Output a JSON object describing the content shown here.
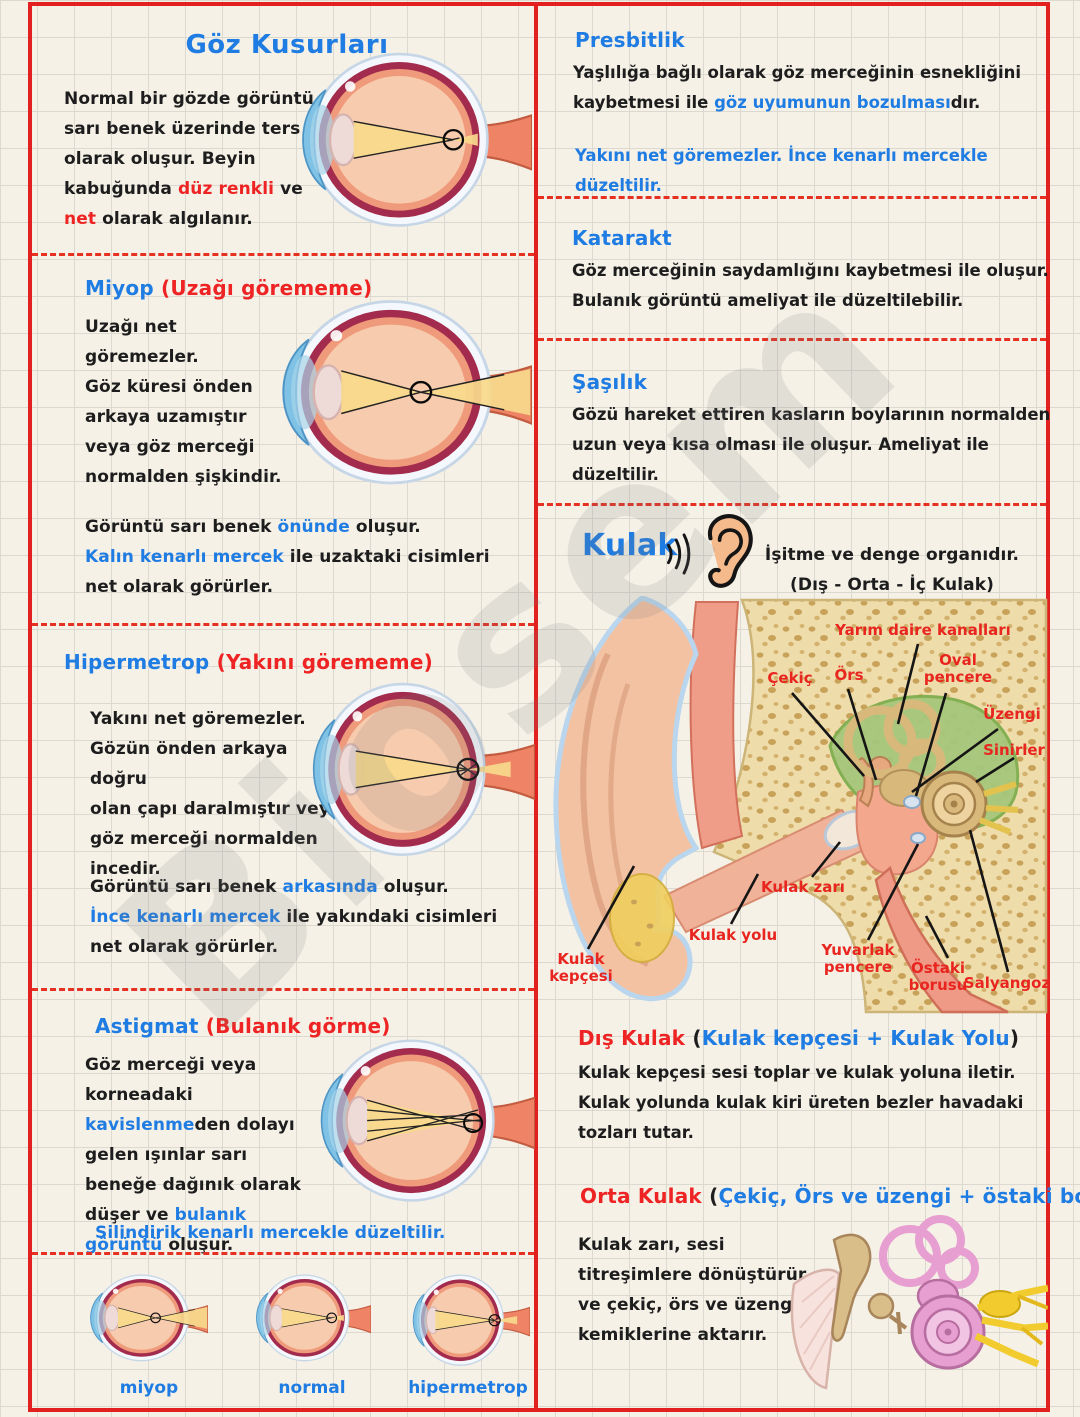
{
  "watermark": "Biosem",
  "left": {
    "title": "Göz Kusurları",
    "intro": {
      "segments": [
        "Normal bir gözde görüntü sarı benek üzerinde ters olarak oluşur. Beyin kabuğunda ",
        "düz renkli",
        " ve ",
        "net",
        " olarak algılanır."
      ]
    },
    "miyop": {
      "heading": "Miyop",
      "heading_paren": "(Uzağı görememe)",
      "body": "Uzağı net\ngöremezler.\nGöz küresi önden\narkaya uzamıştır\nveya göz merceği\nnormalden şişkindir.",
      "note1": [
        "Görüntü sarı benek ",
        "önünde",
        " oluşur."
      ],
      "note2": [
        "Kalın kenarlı mercek",
        " ile uzaktaki cisimleri net olarak görürler."
      ]
    },
    "hipermetrop": {
      "heading": "Hipermetrop",
      "heading_paren": "(Yakını görememe)",
      "body": "Yakını net göremezler.\nGözün önden arkaya doğru\nolan çapı daralmıştır veya\ngöz merceği normalden\nincedir.",
      "note1": [
        "Görüntü sarı benek ",
        "arkasında",
        " oluşur."
      ],
      "note2": [
        "İnce kenarlı mercek",
        " ile yakındaki cisimleri net olarak görürler."
      ]
    },
    "astigmat": {
      "heading": "Astigmat",
      "heading_paren": "(Bulanık görme)",
      "body": [
        "Göz merceği veya korneadaki ",
        "kavislenme",
        "den dolayı gelen ışınlar sarı beneğe dağınık olarak düşer ve ",
        "bulanık görüntü",
        " oluşur."
      ],
      "fix": "Silindirik kenarlı mercekle düzeltilir."
    },
    "eyes_row": {
      "labels": [
        "miyop",
        "normal",
        "hipermetrop"
      ]
    }
  },
  "right": {
    "presbitlik": {
      "heading": "Presbitlik",
      "body": [
        "Yaşlılığa bağlı olarak göz merceğinin esnekliğini kaybetmesi ile ",
        "göz uyumunun bozulması",
        "dır."
      ],
      "note": "Yakını net göremezler. İnce kenarlı mercekle düzeltilir."
    },
    "katarakt": {
      "heading": "Katarakt",
      "body": "Göz merceğinin saydamlığını kaybetmesi ile oluşur.\nBulanık görüntü ameliyat ile düzeltilebilir."
    },
    "sasilik": {
      "heading": "Şaşılık",
      "body": "Gözü hareket ettiren kasların boylarının normalden\nuzun veya kısa olması ile oluşur. Ameliyat ile düzeltilir."
    },
    "kulak": {
      "heading": "Kulak",
      "intro": "İşitme ve denge organıdır.",
      "sub": "(Dış - Orta - İç Kulak)",
      "labels": [
        "Yarım daire kanalları",
        "Çekiç",
        "Örs",
        "Oval pencere",
        "Üzengi",
        "Sinirler",
        "Kulak zarı",
        "Kulak yolu",
        "Kulak kepçesi",
        "Yuvarlak pencere",
        "Östaki borusu",
        "Salyangoz"
      ]
    },
    "dis_kulak": {
      "heading": "Dış Kulak",
      "paren_open": "(",
      "paren_text": "Kulak kepçesi + Kulak Yolu",
      "paren_close": ")",
      "body": "Kulak kepçesi sesi toplar ve kulak yoluna iletir.\nKulak yolunda kulak kiri üreten bezler havadaki\ntozları tutar."
    },
    "orta_kulak": {
      "heading": "Orta Kulak",
      "paren_open": "(",
      "paren_text": "Çekiç, Örs ve üzengi + östaki borusu",
      "paren_close": ")",
      "body": "Kulak zarı, sesi\ntitreşimlere dönüştürür\nve çekiç, örs ve üzengi\nkemiklerine aktarır."
    }
  }
}
